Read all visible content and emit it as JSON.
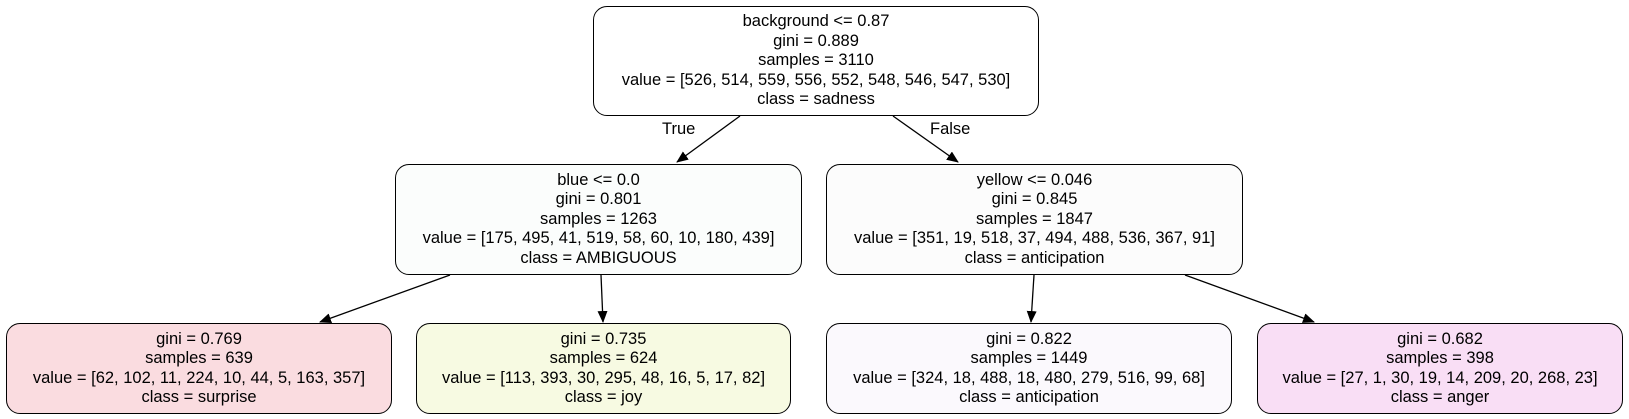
{
  "tree": {
    "edge_labels": {
      "true_label": "True",
      "false_label": "False"
    },
    "nodes": [
      {
        "id": "root",
        "fill": "#ffffff",
        "lines": [
          "background <= 0.87",
          "gini = 0.889",
          "samples = 3110",
          "value = [526, 514, 559, 556, 552, 548, 546, 547, 530]",
          "class = sadness"
        ]
      },
      {
        "id": "left",
        "fill": "#fbfdfc",
        "lines": [
          "blue <= 0.0",
          "gini = 0.801",
          "samples = 1263",
          "value = [175, 495, 41, 519, 58, 60, 10, 180, 439]",
          "class = AMBIGUOUS"
        ]
      },
      {
        "id": "right",
        "fill": "#fcfcfc",
        "lines": [
          "yellow <= 0.046",
          "gini = 0.845",
          "samples = 1847",
          "value = [351, 19, 518, 37, 494, 488, 536, 367, 91]",
          "class = anticipation"
        ]
      },
      {
        "id": "left-left",
        "fill": "#fadce0",
        "lines": [
          "gini = 0.769",
          "samples = 639",
          "value = [62, 102, 11, 224, 10, 44, 5, 163, 357]",
          "class = surprise"
        ]
      },
      {
        "id": "left-right",
        "fill": "#f7fae2",
        "lines": [
          "gini = 0.735",
          "samples = 624",
          "value = [113, 393, 30, 295, 48, 16, 5, 17, 82]",
          "class = joy"
        ]
      },
      {
        "id": "right-left",
        "fill": "#fbf9fd",
        "lines": [
          "gini = 0.822",
          "samples = 1449",
          "value = [324, 18, 488, 18, 480, 279, 516, 99, 68]",
          "class = anticipation"
        ]
      },
      {
        "id": "right-right",
        "fill": "#f9def5",
        "lines": [
          "gini = 0.682",
          "samples = 398",
          "value = [27, 1, 30, 19, 14, 209, 20, 268, 23]",
          "class = anger"
        ]
      }
    ]
  }
}
